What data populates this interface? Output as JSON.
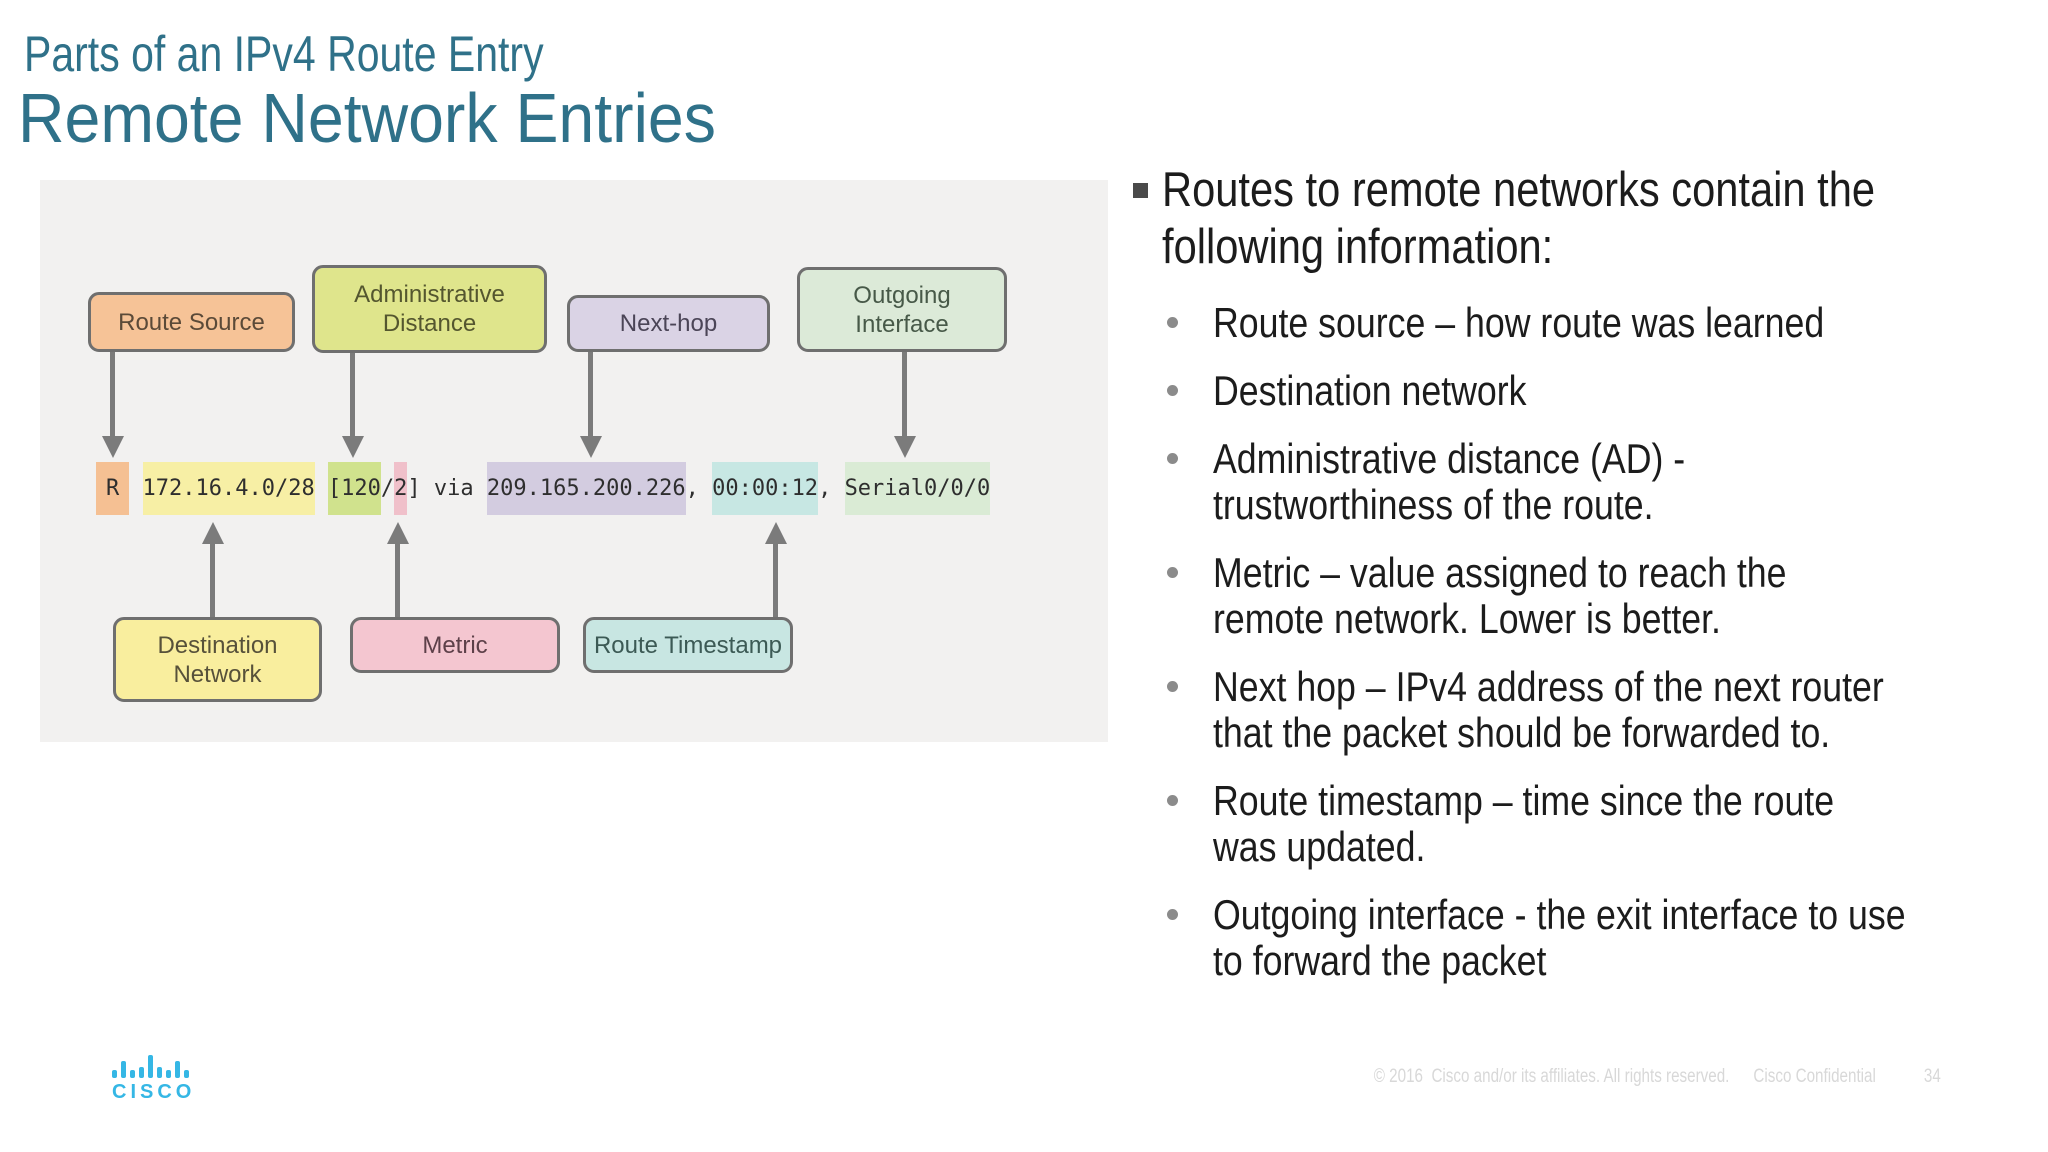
{
  "slide": {
    "kicker": "Parts of an IPv4 Route Entry",
    "title": "Remote Network Entries"
  },
  "diagram": {
    "top_labels": [
      {
        "id": "route-source",
        "label": "Route Source",
        "color": "#f6c397",
        "text_color": "#5b4a38"
      },
      {
        "id": "administrative-distance",
        "label": "Administrative\nDistance",
        "color": "#dfe58c",
        "text_color": "#54562f"
      },
      {
        "id": "next-hop",
        "label": "Next-hop",
        "color": "#dad3e5",
        "text_color": "#4b4557"
      },
      {
        "id": "outgoing-interface",
        "label": "Outgoing\nInterface",
        "color": "#dcead8",
        "text_color": "#475948"
      }
    ],
    "bottom_labels": [
      {
        "id": "destination-network",
        "label": "Destination\nNetwork",
        "color": "#f9ee9e",
        "text_color": "#57513a"
      },
      {
        "id": "metric",
        "label": "Metric",
        "color": "#f4c6d0",
        "text_color": "#5d4049"
      },
      {
        "id": "route-timestamp",
        "label": "Route Timestamp",
        "color": "#c8e6e2",
        "text_color": "#3c5a55"
      }
    ],
    "route_entry": [
      {
        "text": "R",
        "bg": "#f5c093",
        "pad": true
      },
      {
        "text": " "
      },
      {
        "text": "172.16.4.0/28",
        "bg": "#f7efa5"
      },
      {
        "text": " "
      },
      {
        "text": "[120",
        "bg": "#d0e28d"
      },
      {
        "text": "/"
      },
      {
        "text": "2",
        "bg": "#f0c0ca"
      },
      {
        "text": "] via "
      },
      {
        "text": "209.165.200.226",
        "bg": "#d3cce0"
      },
      {
        "text": ", "
      },
      {
        "text": "00:00:12",
        "bg": "#c7e7e3"
      },
      {
        "text": ", "
      },
      {
        "text": "Serial0/0/0",
        "bg": "#daebd5"
      }
    ]
  },
  "content": {
    "lead": "Routes to remote networks contain the\nfollowing information:",
    "bullets": [
      "Route source – how route was learned",
      "Destination network",
      "Administrative distance (AD) -\ntrustworthiness of the route.",
      "Metric – value assigned to reach the\nremote network. Lower is better.",
      "Next hop – IPv4 address of the next router\nthat the packet should be forwarded to.",
      "Route timestamp – time since the route\nwas updated.",
      "Outgoing interface - the exit interface to use\nto forward the packet"
    ]
  },
  "footer": {
    "copyright": "© 2016  Cisco and/or its affiliates. All rights reserved.",
    "confidential": "Cisco Confidential",
    "page": "34",
    "logo_text": "CISCO"
  },
  "colors": {
    "title_teal": "#2f7189",
    "body_text": "#1c1c1c",
    "panel_bg": "#f2f1f0",
    "box_border": "#6f6f6f",
    "arrow_gray": "#7b7b7b",
    "bullet_dot": "#8b8b8b",
    "lead_square": "#4a4a4a",
    "footer_text": "#d8d8d8",
    "cisco_blue": "#35b7e5",
    "route_text": "#2e2e2e"
  }
}
